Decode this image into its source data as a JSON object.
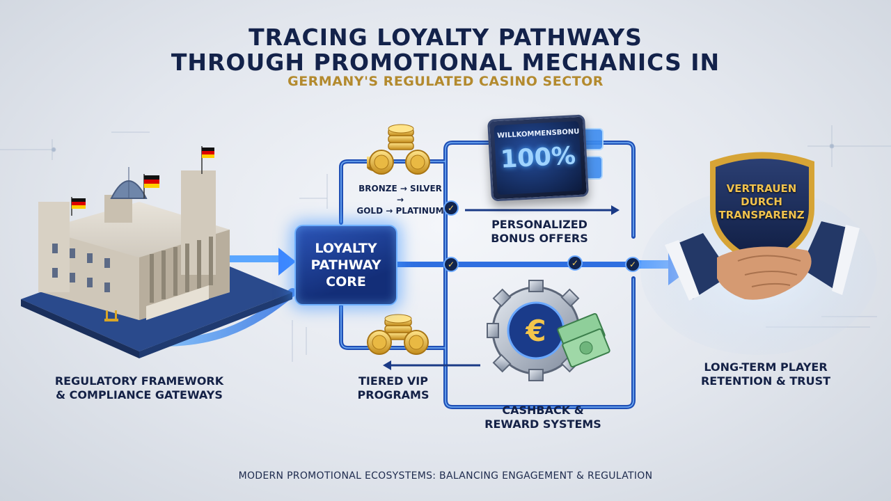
{
  "title": {
    "line1": "Tracing Loyalty Pathways",
    "line2": "Through Promotional Mechanics in",
    "line3": "Germany's Regulated Casino Sector"
  },
  "nodes": {
    "regulatory": {
      "line1": "Regulatory Framework",
      "line2": "& Compliance Gateways"
    },
    "core": {
      "line1": "Loyalty",
      "line2": "Pathway",
      "line3": "Core"
    },
    "tiers": {
      "line1": "Bronze → Silver →",
      "line2": "Gold → Platinum"
    },
    "vip": {
      "line1": "Tiered VIP",
      "line2": "Programs"
    },
    "bonus": {
      "line1": "Personalized",
      "line2": "Bonus Offers"
    },
    "cashback": {
      "line1": "Cashback &",
      "line2": "Reward Systems"
    },
    "retention": {
      "line1": "Long-Term Player",
      "line2": "Retention & Trust"
    }
  },
  "tablet": {
    "banner": "Willkommensbonus",
    "value": "100%"
  },
  "shield": {
    "line1": "Vertrauen",
    "line2": "durch",
    "line3": "Transparenz"
  },
  "icons": {
    "gear": "euro-gear-icon",
    "cash": "banknotes-icon",
    "check": "✓"
  },
  "footer": "Modern Promotional Ecosystems: Balancing Engagement & Regulation",
  "colors": {
    "navy": "#13224a",
    "gold": "#b38a2e",
    "flow_blue": "#2f6fe0",
    "glow": "#5fb4ff"
  }
}
